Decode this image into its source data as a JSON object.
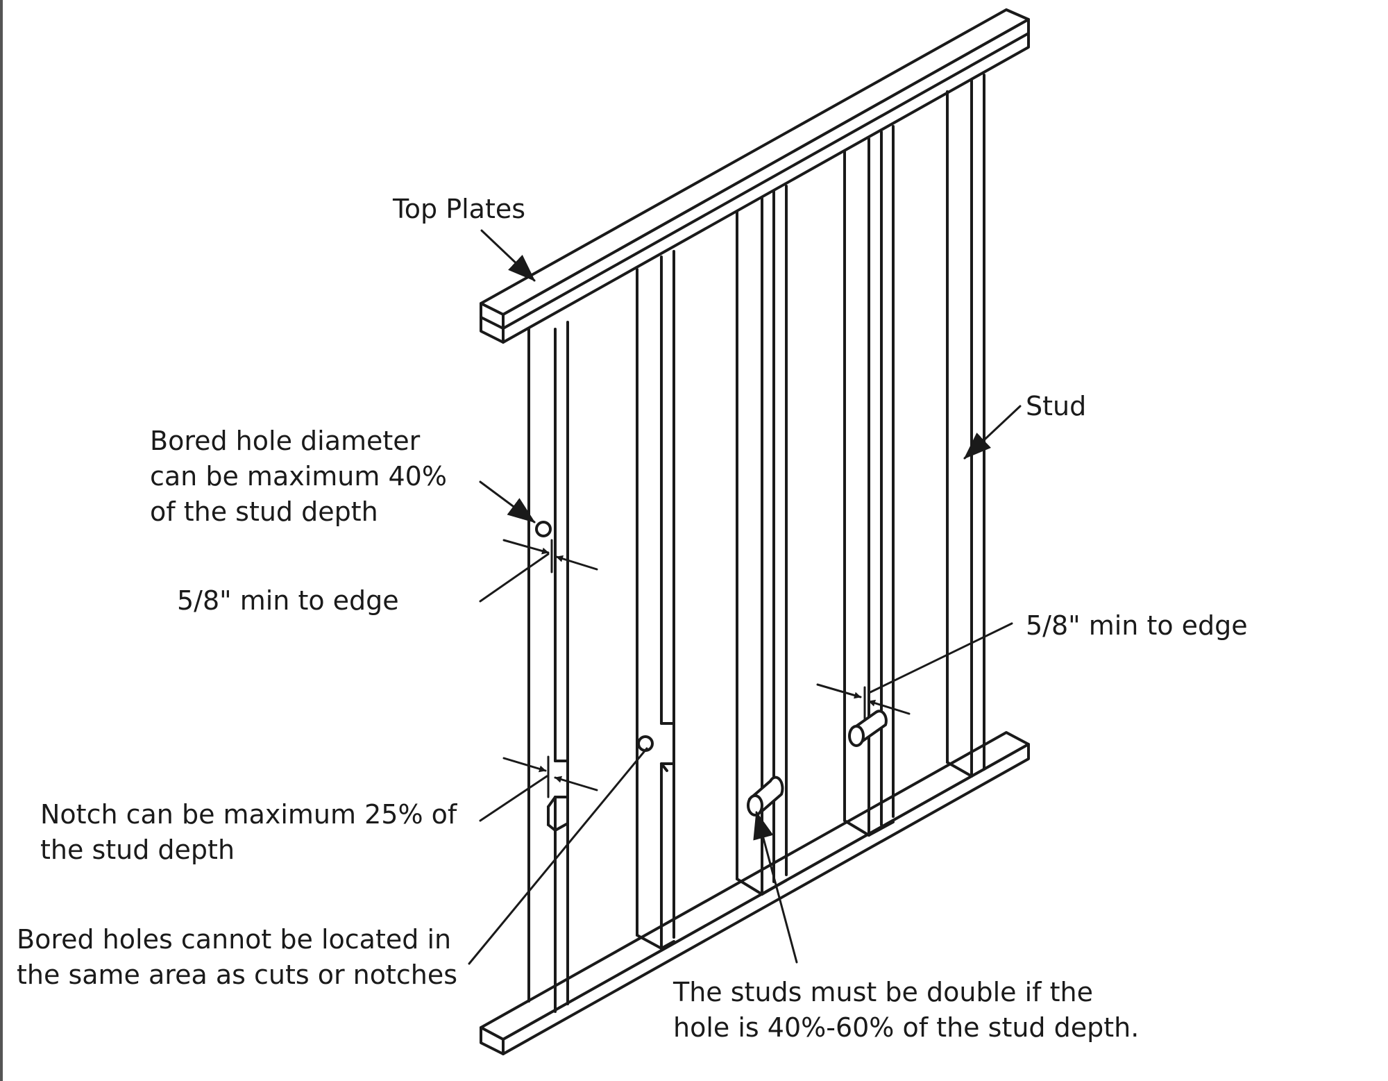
{
  "labels": {
    "top_plates": "Top Plates",
    "stud": "Stud",
    "bored_hole_line1": "Bored hole diameter",
    "bored_hole_line2": "can be maximum 40%",
    "bored_hole_line3": "of the stud depth",
    "min_edge_left": "5/8\" min to edge",
    "min_edge_right": "5/8\" min to edge",
    "notch_line1": "Notch can be maximum 25% of",
    "notch_line2": "the stud depth",
    "bored_cuts_line1": "Bored holes cannot be located in",
    "bored_cuts_line2": "the same area as cuts or notches",
    "double_line1": "The studs must be double if the",
    "double_line2": "hole is 40%-60% of the stud depth."
  },
  "colors": {
    "line": "#1a1a1a",
    "background": "#ffffff"
  }
}
